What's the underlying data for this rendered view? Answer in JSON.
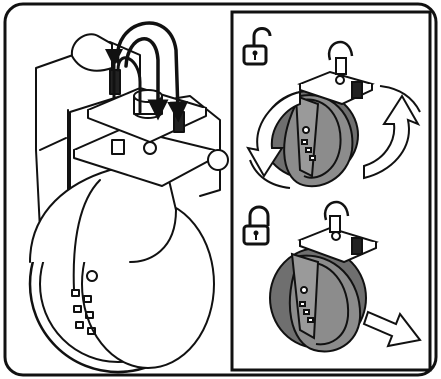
{
  "illustration": {
    "subject": "caster-wheel-installation-diagram",
    "panels": [
      {
        "name": "assembly-view",
        "icons": []
      },
      {
        "name": "unlocked-swivel-view",
        "icons": [
          "unlocked-padlock-icon",
          "rotate-arrows-icon"
        ]
      },
      {
        "name": "locked-direction-view",
        "icons": [
          "locked-padlock-icon",
          "direction-arrow-icon"
        ]
      }
    ],
    "colors": {
      "outline": "#111111",
      "frame": "#111111",
      "wheel_gray": "#8c8c8c",
      "wheel_dark": "#6f6f6f",
      "background": "#ffffff"
    }
  }
}
